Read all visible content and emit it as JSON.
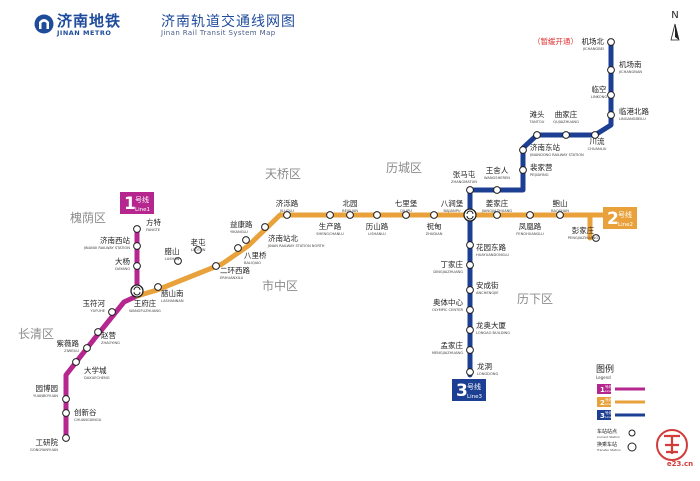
{
  "header": {
    "brand_zh": "济南地铁",
    "brand_en": "JINAN METRO",
    "title_zh": "济南轨道交通线网图",
    "title_en": "Jinan Rail Transit System Map"
  },
  "compass": "N",
  "colors": {
    "line1": "#b5278e",
    "line2": "#e9a23b",
    "line3": "#1d3f93",
    "district": "#8c8c8c",
    "label": "#222222",
    "label_en": "#444444",
    "note": "#e03030",
    "stroke": "#1f1f1f"
  },
  "lines": [
    {
      "id": "line1",
      "num": "1",
      "zh": "号线",
      "en": "Line1"
    },
    {
      "id": "line2",
      "num": "2",
      "zh": "号线",
      "en": "Line2"
    },
    {
      "id": "line3",
      "num": "3",
      "zh": "号线",
      "en": "Line3"
    }
  ],
  "districts": [
    "槐荫区",
    "天桥区",
    "历城区",
    "市中区",
    "长清区",
    "历下区"
  ],
  "stations": [
    {
      "zh": "方特",
      "en": "FANGTE"
    },
    {
      "zh": "济南西站",
      "en": "JINANXI RAILWAY STATION"
    },
    {
      "zh": "大杨",
      "en": "DAYANG"
    },
    {
      "zh": "王府庄",
      "en": "WANGFUZHUANG"
    },
    {
      "zh": "玉符河",
      "en": "YUFUHE"
    },
    {
      "zh": "赵营",
      "en": "ZHAOYING"
    },
    {
      "zh": "紫薇路",
      "en": "ZIWEILU"
    },
    {
      "zh": "大学城",
      "en": "DAXUECHENG"
    },
    {
      "zh": "园博园",
      "en": "YUANBOYUAN"
    },
    {
      "zh": "创新谷",
      "en": "CHUANGXINGU"
    },
    {
      "zh": "工研院",
      "en": "GONGYANYUAN"
    },
    {
      "zh": "腊山南",
      "en": "LASHANNAN"
    },
    {
      "zh": "腊山",
      "en": "LASHAN"
    },
    {
      "zh": "老屯",
      "en": "LAOTUN"
    },
    {
      "zh": "二环西路",
      "en": "ERHUANXILU"
    },
    {
      "zh": "八里桥",
      "en": "BALIQIAO"
    },
    {
      "zh": "益康路",
      "en": "YIKANGLU"
    },
    {
      "zh": "济南站北",
      "en": "JINAN RAILWAY STATION NORTH"
    },
    {
      "zh": "济泺路",
      "en": "JILUOLU"
    },
    {
      "zh": "生产路",
      "en": "SHENGCHANLU"
    },
    {
      "zh": "北园",
      "en": "BEIYUAN"
    },
    {
      "zh": "历山路",
      "en": "LISHANLU"
    },
    {
      "zh": "七里堡",
      "en": "QILIPU"
    },
    {
      "zh": "祝甸",
      "en": "ZHUDIAN"
    },
    {
      "zh": "八涧堡",
      "en": "BAJIANPU"
    },
    {
      "zh": "姜家庄",
      "en": "JIANGJIAZHUANG"
    },
    {
      "zh": "凤凰路",
      "en": "FENGHUANGLU"
    },
    {
      "zh": "鲍山",
      "en": "BAOSHAN"
    },
    {
      "zh": "彭家庄",
      "en": "PENGJIAZHUANG"
    },
    {
      "zh": "机场北",
      "en": "JICHANGBEI"
    },
    {
      "zh": "机场南",
      "en": "JICHANGNAN"
    },
    {
      "zh": "临空",
      "en": "LINKONG"
    },
    {
      "zh": "临港北路",
      "en": "LINGANGBEILU"
    },
    {
      "zh": "川流",
      "en": "CHUANLIU"
    },
    {
      "zh": "曲家庄",
      "en": "QUJIAZHUANG"
    },
    {
      "zh": "滩头",
      "en": "TANTOU"
    },
    {
      "zh": "济南东站",
      "en": "JINANDONG RAILWAY STATION"
    },
    {
      "zh": "裴家营",
      "en": "PEIJIAYING"
    },
    {
      "zh": "王舍人",
      "en": "WANGSHEREN"
    },
    {
      "zh": "张马屯",
      "en": "ZHANGMATUN"
    },
    {
      "zh": "花园东路",
      "en": "HUAYUANDONGLU"
    },
    {
      "zh": "丁家庄",
      "en": "DINGJIAZHUANG"
    },
    {
      "zh": "安成街",
      "en": "ANCHENGJIE"
    },
    {
      "zh": "奥体中心",
      "en": "OLYMPIC CENTER"
    },
    {
      "zh": "龙奥大厦",
      "en": "LONGAO BUILDING"
    },
    {
      "zh": "孟家庄",
      "en": "MENGJIAZHUANG"
    },
    {
      "zh": "龙洞",
      "en": "LONGDONG"
    }
  ],
  "note": "（暂缓开通）",
  "legend": {
    "title": "图例",
    "title_en": "Legend",
    "items": [
      {
        "num": "1",
        "zh": "号线",
        "en": "Line1"
      },
      {
        "num": "2",
        "zh": "号线",
        "en": "Line2"
      },
      {
        "num": "3",
        "zh": "号线",
        "en": "Line3"
      },
      {
        "zh": "车站站点",
        "en": "Current Station"
      },
      {
        "zh": "换乘车站",
        "en": "Transfer Station"
      }
    ]
  },
  "watermark": "e23.cn"
}
